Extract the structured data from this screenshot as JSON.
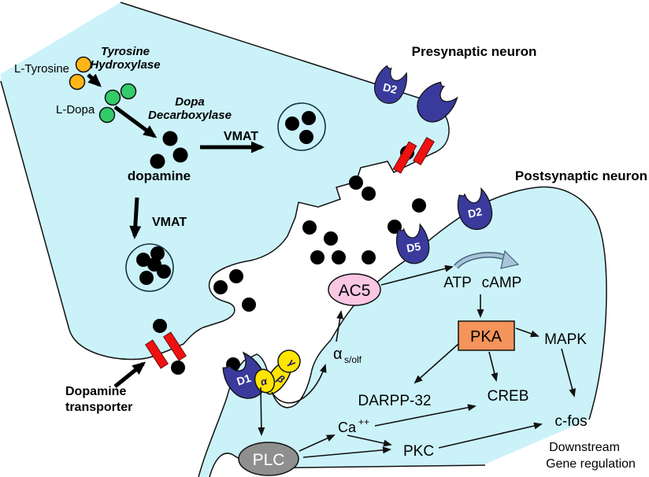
{
  "diagram": {
    "presynaptic_label": "Presynaptic neuron",
    "postsynaptic_label": "Postsynaptic neuron",
    "downstream_label_line1": "Downstream",
    "downstream_label_line2": "Gene regulation"
  },
  "synthesis": {
    "l_tyrosine": "L-Tyrosine",
    "enzyme1_line1": "Tyrosine",
    "enzyme1_line2": "Hydroxylase",
    "l_dopa": "L-Dopa",
    "enzyme2_line1": "Dopa",
    "enzyme2_line2": "Decarboxylase",
    "dopamine": "dopamine",
    "vmat_horizontal": "VMAT",
    "vmat_vertical": "VMAT",
    "transporter_line1": "Dopamine",
    "transporter_line2": "transporter"
  },
  "receptors": {
    "d2_presynaptic": "D2",
    "d2_postsynaptic": "D2",
    "d5": "D5",
    "d1": "D1"
  },
  "g_protein": {
    "alpha": "α",
    "beta": "β",
    "gamma": "γ"
  },
  "signaling": {
    "ac5": "AC5",
    "atp": "ATP",
    "camp": "cAMP",
    "pka": "PKA",
    "mapk": "MAPK",
    "creb": "CREB",
    "c_fos": "c-fos",
    "darpp32": "DARPP-32",
    "alpha_s": "α",
    "alpha_s_subscript": "s/olf",
    "ca": "Ca",
    "ca_superscript": "++",
    "pkc": "PKC",
    "plc": "PLC"
  },
  "colors": {
    "neuron_fill": "#CBF2F9",
    "membrane": "#111111",
    "receptor_blue": "#3A3A9C",
    "transporter_red": "#EE1111",
    "g_protein_yellow": "#FFE500",
    "ac5_pink": "#F9C7E4",
    "pka_orange": "#F4945A",
    "plc_gray": "#8F8F8F",
    "tyrosine_orange": "#FFB515",
    "ldopa_green": "#33CB6B",
    "dopamine_black": "#000000",
    "conversion_arrow_blue": "#A8C4D8"
  }
}
